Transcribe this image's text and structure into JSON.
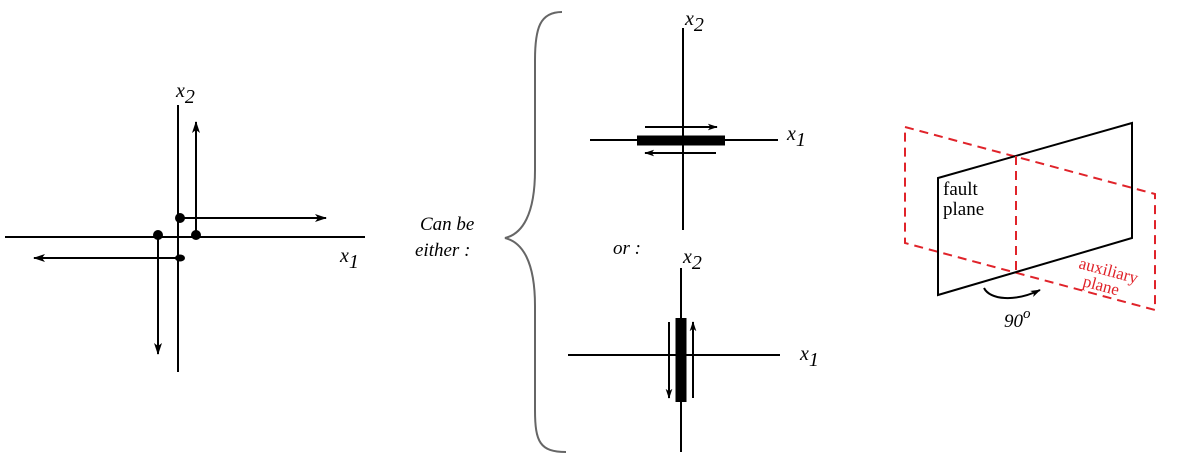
{
  "panel_left": {
    "x1_label": "x",
    "x1_sub": "1",
    "x2_label": "x",
    "x2_sub": "2"
  },
  "panel_middle": {
    "caption_line1": "Can be",
    "caption_line2": "either :",
    "or_label": "or :",
    "top_diagram": {
      "x1_label": "x",
      "x1_sub": "1",
      "x2_label": "x",
      "x2_sub": "2"
    },
    "bottom_diagram": {
      "x1_label": "x",
      "x1_sub": "1",
      "x2_label": "x",
      "x2_sub": "2"
    }
  },
  "panel_right": {
    "fault_label_line1": "fault",
    "fault_label_line2": "plane",
    "aux_label_line1": "auxiliary",
    "aux_label_line2": "plane",
    "angle_label": "90",
    "angle_sup": "o",
    "colors": {
      "auxiliary_plane": "#e0232a",
      "fault_plane": "#000000"
    }
  }
}
